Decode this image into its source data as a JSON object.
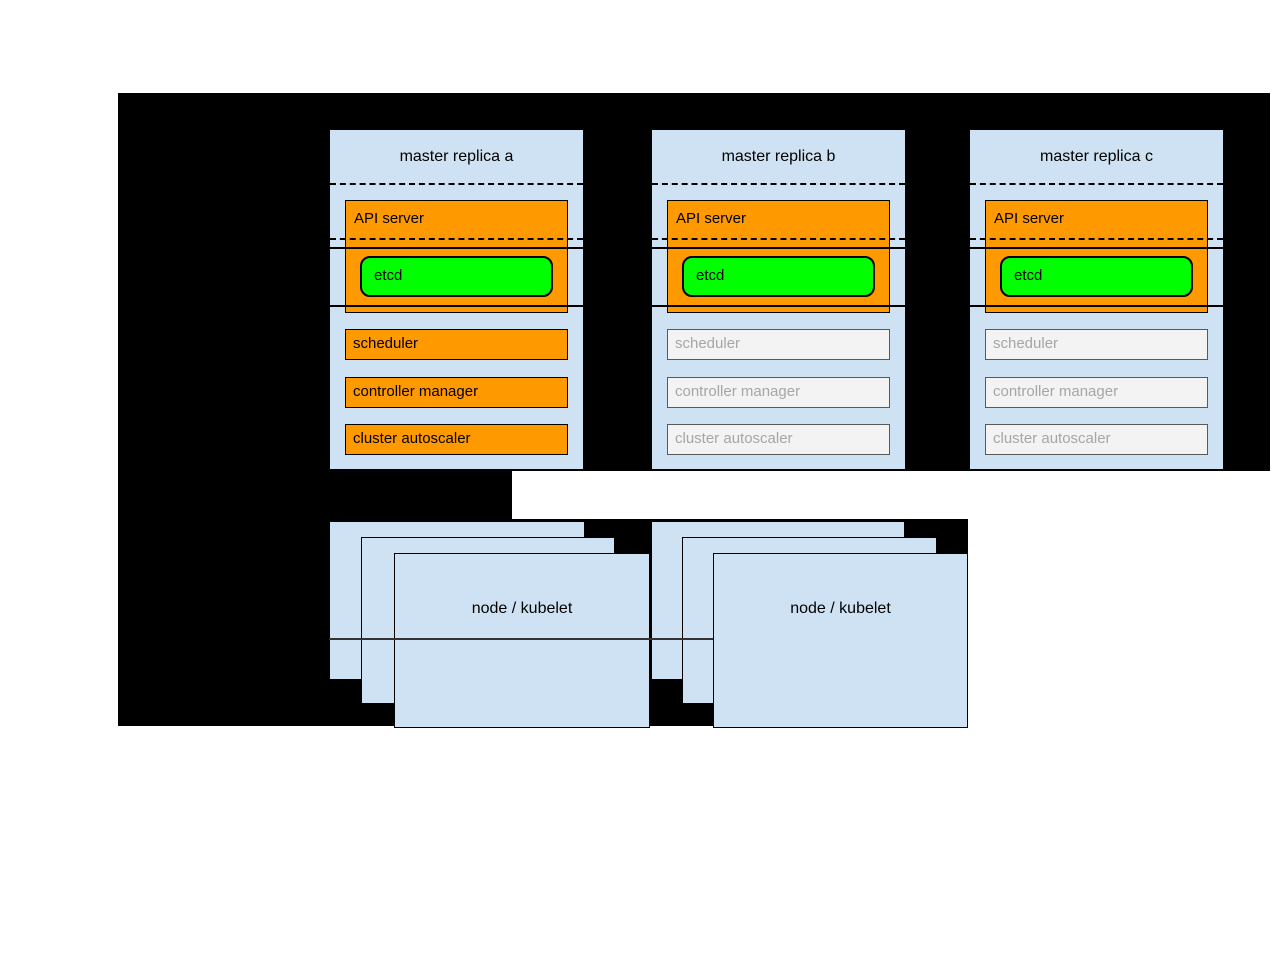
{
  "diagram": {
    "masters": [
      {
        "title": "master replica a",
        "state": "active"
      },
      {
        "title": "master replica b",
        "state": "inactive"
      },
      {
        "title": "master replica c",
        "state": "inactive"
      }
    ],
    "components": {
      "api_server": "API server",
      "etcd": "etcd",
      "scheduler": "scheduler",
      "controller_manager": "controller manager",
      "cluster_autoscaler": "cluster autoscaler"
    },
    "nodes": [
      {
        "label": "node / kubelet"
      },
      {
        "label": "node / kubelet"
      }
    ],
    "colors": {
      "background": "#000000",
      "box_blue": "#cfe2f3",
      "active_orange": "#ff9900",
      "etcd_green": "#00ff00",
      "inactive_bg": "#f3f3f3",
      "inactive_text": "#a6a6a6"
    }
  }
}
